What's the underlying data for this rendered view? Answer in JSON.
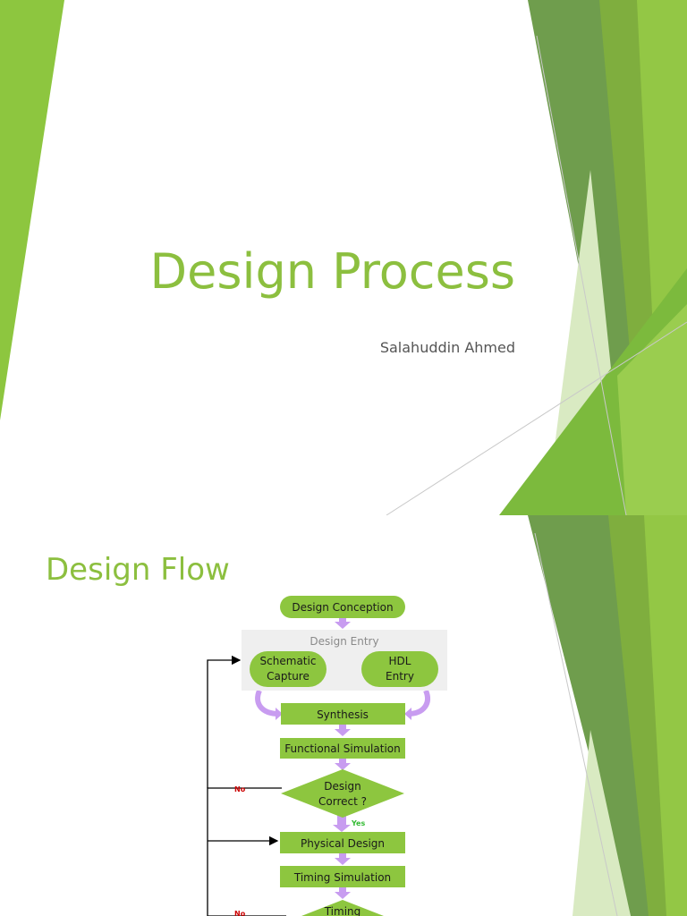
{
  "colors": {
    "accent": "#8cbf3f",
    "node_fill": "#8dc63f",
    "arrow": "#c89cf0",
    "entry_bg": "#efefef",
    "no_label": "#cc0000",
    "yes_label": "#33bb33"
  },
  "slide1": {
    "title": "Design Process",
    "author": "Salahuddin Ahmed"
  },
  "slide2": {
    "title": "Design Flow",
    "flow": {
      "conception": "Design Conception",
      "entry_group": "Design Entry",
      "schematic_line1": "Schematic",
      "schematic_line2": "Capture",
      "hdl_line1": "HDL",
      "hdl_line2": "Entry",
      "synthesis": "Synthesis",
      "functional_sim": "Functional Simulation",
      "decision1_line1": "Design",
      "decision1_line2": "Correct ?",
      "no_label_1": "No",
      "yes_label_1": "Yes",
      "physical_design": "Physical Design",
      "timing_sim": "Timing Simulation",
      "decision2_line1": "Timing",
      "no_label_2": "No"
    }
  }
}
